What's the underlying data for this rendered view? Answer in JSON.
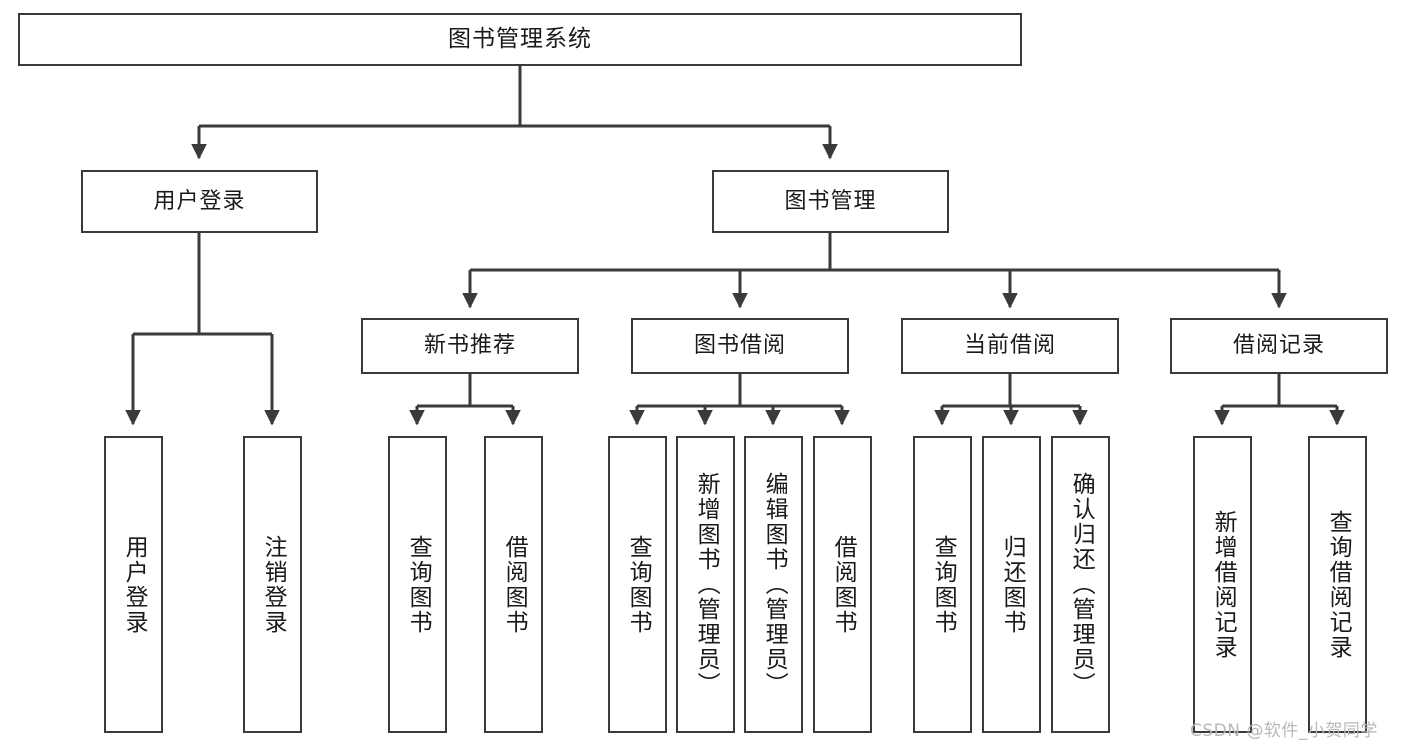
{
  "diagram": {
    "title": "图书管理系统",
    "watermark": "CSDN @软件_小贺同学",
    "line_color": "#3a3a3a",
    "box_border_color": "#3a3a3a",
    "background_color": "#ffffff",
    "text_color": "#1a1a1a",
    "watermark_color": "#b8b8b8"
  },
  "root": {
    "label": "图书管理系统"
  },
  "level2": [
    {
      "label": "用户登录"
    },
    {
      "label": "图书管理"
    }
  ],
  "level3": [
    {
      "label": "新书推荐"
    },
    {
      "label": "图书借阅"
    },
    {
      "label": "当前借阅"
    },
    {
      "label": "借阅记录"
    }
  ],
  "leaves": {
    "user_login": [
      {
        "label": "用户登录"
      },
      {
        "label": "注销登录"
      }
    ],
    "new_book_recommend": [
      {
        "label": "查询图书"
      },
      {
        "label": "借阅图书"
      }
    ],
    "book_borrow": [
      {
        "label": "查询图书"
      },
      {
        "label": "新增图书（管理员）"
      },
      {
        "label": "编辑图书（管理员）"
      },
      {
        "label": "借阅图书"
      }
    ],
    "current_borrow": [
      {
        "label": "查询图书"
      },
      {
        "label": "归还图书"
      },
      {
        "label": "确认归还（管理员）"
      }
    ],
    "borrow_record": [
      {
        "label": "新增借阅记录"
      },
      {
        "label": "查询借阅记录"
      }
    ]
  }
}
